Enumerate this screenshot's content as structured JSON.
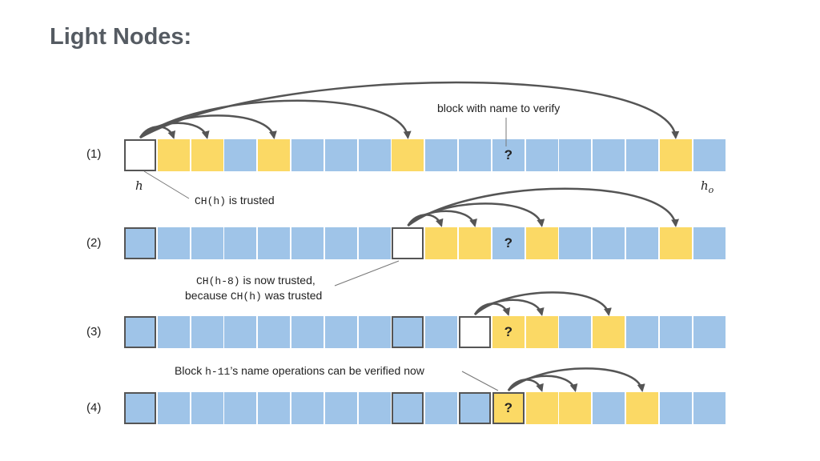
{
  "title": "Light Nodes:",
  "rows": [
    {
      "label": "(1)",
      "cells": [
        "white",
        "yellow",
        "yellow",
        "blue",
        "yellow",
        "blue",
        "blue",
        "blue",
        "yellow",
        "blue",
        "blue",
        "blue",
        "blue",
        "blue",
        "blue",
        "blue",
        "yellow",
        "blue"
      ],
      "outlined": [],
      "question_index": 11,
      "arrow_from": 0,
      "arrow_targets": [
        1,
        2,
        4,
        8,
        16
      ]
    },
    {
      "label": "(2)",
      "cells": [
        "blue",
        "blue",
        "blue",
        "blue",
        "blue",
        "blue",
        "blue",
        "blue",
        "white",
        "yellow",
        "yellow",
        "blue",
        "yellow",
        "blue",
        "blue",
        "blue",
        "yellow",
        "blue"
      ],
      "outlined": [
        0
      ],
      "question_index": 11,
      "arrow_from": 8,
      "arrow_targets": [
        9,
        10,
        12,
        16
      ]
    },
    {
      "label": "(3)",
      "cells": [
        "blue",
        "blue",
        "blue",
        "blue",
        "blue",
        "blue",
        "blue",
        "blue",
        "blue",
        "blue",
        "white",
        "yellow",
        "yellow",
        "blue",
        "yellow",
        "blue",
        "blue",
        "blue"
      ],
      "outlined": [
        0,
        8
      ],
      "question_index": 11,
      "arrow_from": 10,
      "arrow_targets": [
        11,
        12,
        14
      ]
    },
    {
      "label": "(4)",
      "cells": [
        "blue",
        "blue",
        "blue",
        "blue",
        "blue",
        "blue",
        "blue",
        "blue",
        "blue",
        "blue",
        "blue",
        "yellow",
        "yellow",
        "yellow",
        "blue",
        "yellow",
        "blue",
        "blue"
      ],
      "outlined": [
        0,
        8,
        10,
        11
      ],
      "question_index": 11,
      "arrow_from": 11,
      "arrow_targets": [
        12,
        13,
        15
      ]
    }
  ],
  "question_mark": "?",
  "labels": {
    "h": "h",
    "h0_base": "h",
    "h0_sub": "o",
    "verify_note": "block with name to verify",
    "trusted_code": "CH(h)",
    "trusted_text": " is now trusted,",
    "trusted1_code": "CH(h)",
    "trusted1_text": "is trusted",
    "trusted2_code": "CH(h-8)",
    "trusted2_text": "is now trusted,",
    "because_text": "because ",
    "because_code": "CH(h)",
    "because_tail": " was trusted",
    "block_text": "Block ",
    "block_code": "h-11",
    "block_tail": "’s name operations can be verified now"
  },
  "colors": {
    "blue": "#9fc4e8",
    "yellow": "#fbd965",
    "arrow": "#555555",
    "title": "#555b62"
  }
}
